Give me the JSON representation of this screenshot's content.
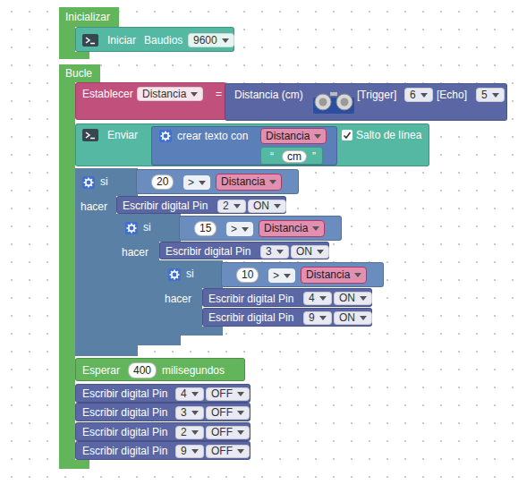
{
  "diagram": {
    "nodes": [
      {
        "text": [
          "Inicializar"
        ]
      },
      {
        "text": [
          "Iniciar",
          "Baudios"
        ],
        "in": 0
      },
      {
        "text": [
          "9600"
        ],
        "in": 1
      },
      {
        "text": [
          "Bucle"
        ]
      },
      {
        "text": [
          "Establecer",
          "="
        ],
        "in": 3
      },
      {
        "text": [
          "Distancia"
        ],
        "in": 4
      },
      {
        "text": [
          "Distancia (cm)",
          "[Trigger]",
          "[Echo]"
        ],
        "in": 4
      },
      {
        "text": [
          "6"
        ],
        "in": 6
      },
      {
        "text": [
          "5"
        ],
        "in": 6
      },
      {
        "text": [
          "Enviar",
          "Salto de línea"
        ],
        "in": 3
      },
      {
        "text": [
          "crear texto con"
        ],
        "in": 9
      },
      {
        "text": [
          "Distancia"
        ],
        "in": 10
      },
      {
        "text": [
          "“",
          "”"
        ],
        "in": 10
      },
      {
        "text": [
          "cm"
        ],
        "in": 12
      },
      {
        "text": [
          "si",
          "hacer"
        ],
        "in": 3
      },
      {
        "text": [
          ">"
        ],
        "in": 14
      },
      {
        "text": [
          "20"
        ],
        "in": 15
      },
      {
        "text": [
          "Distancia"
        ],
        "in": 15
      },
      {
        "text": [
          "Escribir digital Pin"
        ],
        "in": 14
      },
      {
        "text": [
          "2"
        ],
        "in": 18
      },
      {
        "text": [
          "ON"
        ],
        "in": 18
      },
      {
        "text": [
          "si",
          "hacer"
        ],
        "in": 14
      },
      {
        "text": [
          ">"
        ],
        "in": 21
      },
      {
        "text": [
          "15"
        ],
        "in": 22
      },
      {
        "text": [
          "Distancia"
        ],
        "in": 22
      },
      {
        "text": [
          "Escribir digital Pin"
        ],
        "in": 21
      },
      {
        "text": [
          "3"
        ],
        "in": 25
      },
      {
        "text": [
          "ON"
        ],
        "in": 25
      },
      {
        "text": [
          "si",
          "hacer"
        ],
        "in": 21
      },
      {
        "text": [
          ">"
        ],
        "in": 28
      },
      {
        "text": [
          "10"
        ],
        "in": 29
      },
      {
        "text": [
          "Distancia"
        ],
        "in": 29
      },
      {
        "text": [
          "Escribir digital Pin"
        ],
        "in": 28
      },
      {
        "text": [
          "4"
        ],
        "in": 32
      },
      {
        "text": [
          "ON"
        ],
        "in": 32
      },
      {
        "text": [
          "Escribir digital Pin"
        ],
        "in": 28
      },
      {
        "text": [
          "9"
        ],
        "in": 35
      },
      {
        "text": [
          "ON"
        ],
        "in": 35
      },
      {
        "text": [
          "Esperar",
          "milisegundos"
        ],
        "in": 3
      },
      {
        "text": [
          "400"
        ],
        "in": 38
      },
      {
        "text": [
          "Escribir digital Pin"
        ],
        "in": 3
      },
      {
        "text": [
          "4"
        ],
        "in": 40
      },
      {
        "text": [
          "OFF"
        ],
        "in": 40
      },
      {
        "text": [
          "Escribir digital Pin"
        ],
        "in": 3
      },
      {
        "text": [
          "3"
        ],
        "in": 43
      },
      {
        "text": [
          "OFF"
        ],
        "in": 43
      },
      {
        "text": [
          "Escribir digital Pin"
        ],
        "in": 3
      },
      {
        "text": [
          "2"
        ],
        "in": 46
      },
      {
        "text": [
          "OFF"
        ],
        "in": 46
      },
      {
        "text": [
          "Escribir digital Pin"
        ],
        "in": 3
      },
      {
        "text": [
          "9"
        ],
        "in": 49
      },
      {
        "text": [
          "OFF"
        ],
        "in": 49
      }
    ]
  }
}
